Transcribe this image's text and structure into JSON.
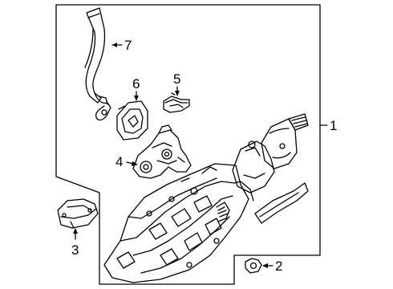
{
  "callouts": {
    "assembly": "1",
    "nut": "2",
    "module": "3",
    "lock_housing": "4",
    "bracket": "5",
    "cover": "6",
    "shift_lever": "7"
  }
}
